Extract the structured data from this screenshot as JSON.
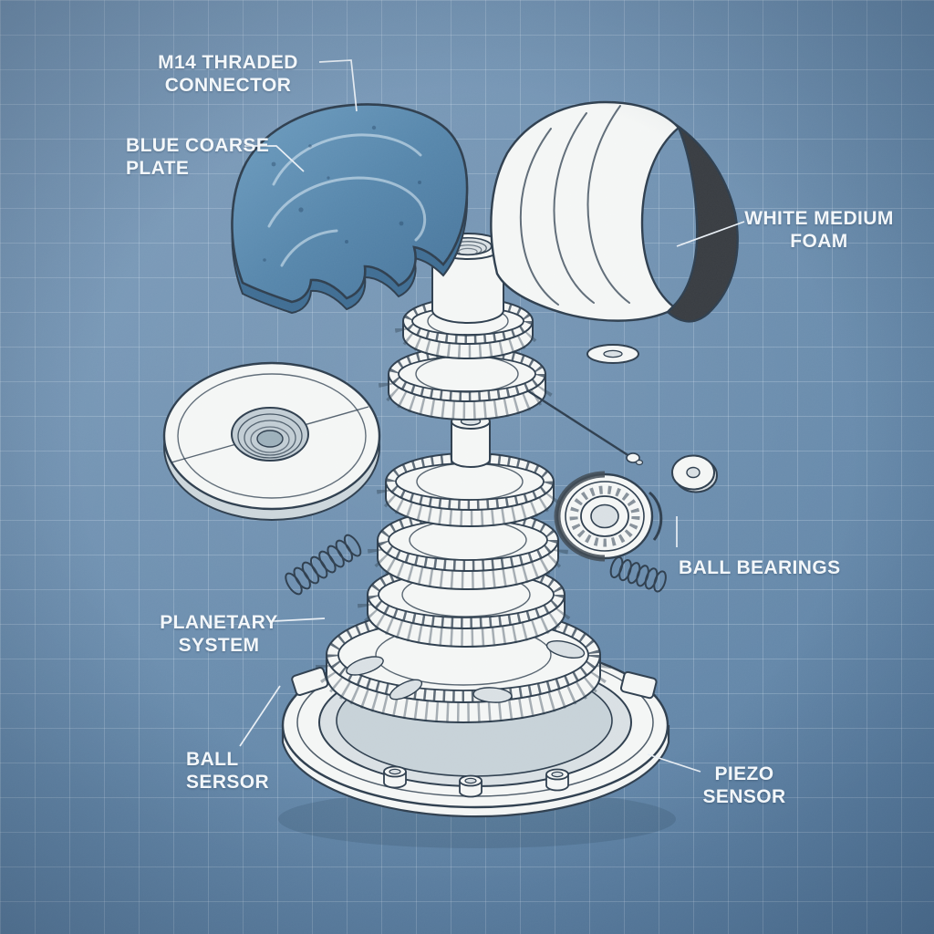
{
  "labels": {
    "m14_connector": {
      "lines": [
        "M14 THRADED",
        "CONNECTOR"
      ]
    },
    "blue_plate": {
      "lines": [
        "BLUE COARSE",
        "PLATE"
      ]
    },
    "white_foam": {
      "lines": [
        "WHITE MEDIUM",
        "FOAM"
      ]
    },
    "ball_bearings": {
      "lines": [
        "BALL BEARINGS"
      ]
    },
    "planetary_system": {
      "lines": [
        "PLANETARY",
        "SYSTEM"
      ]
    },
    "ball_sensor": {
      "lines": [
        "BALL",
        "SERSOR"
      ]
    },
    "piezo_sensor": {
      "lines": [
        "PIEZO",
        "SENSOR"
      ]
    }
  },
  "parts": [
    "blue-coarse-plate",
    "white-medium-foam",
    "m14-threaded-connector",
    "top-gear-small",
    "top-gear-large",
    "center-shaft",
    "planetary-gear-upper",
    "planetary-gear-mid",
    "planetary-gear-large",
    "ring-plate-gear",
    "piezo-sensor-base-ring",
    "threaded-backing-disc",
    "spring-left",
    "spring-right",
    "thin-washer",
    "retaining-pin",
    "ball-bearing",
    "small-washer-disc"
  ],
  "colors": {
    "background": "#6d8dac",
    "grid_line": "#bccde0",
    "label_text": "#f3f7fa",
    "leader_line": "#e9eff5",
    "line_art": "#2e3e4e",
    "part_face": "#f4f6f5",
    "part_shade": "#d9e0e4",
    "blue_plate_fill": "#5b89ae",
    "blue_plate_dark": "#3f6d93",
    "foam_dark": "#383c41"
  }
}
